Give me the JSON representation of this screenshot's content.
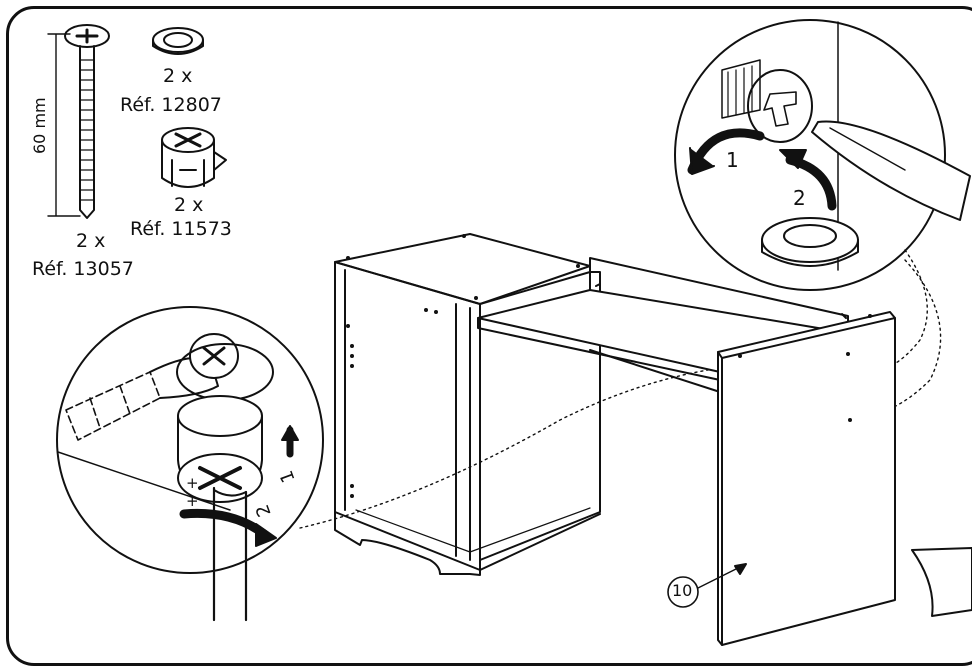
{
  "parts": {
    "bolt": {
      "qty": "2 x",
      "ref": "Réf. 13057",
      "length": "60 mm"
    },
    "washer": {
      "qty": "2 x",
      "ref": "Réf. 12807"
    },
    "cam_lock": {
      "qty": "2 x",
      "ref": "Réf. 11573"
    }
  },
  "steps": {
    "top_detail": {
      "step1": "1",
      "step2": "2"
    },
    "left_detail": {
      "step1": "1",
      "step2": "2",
      "plus": "+",
      "minus": "+"
    }
  },
  "panel_callout": "10",
  "icons": [
    "bolt-icon",
    "washer-icon",
    "cam-lock-icon",
    "screwdriver-icon",
    "next-page-arrow-icon"
  ]
}
